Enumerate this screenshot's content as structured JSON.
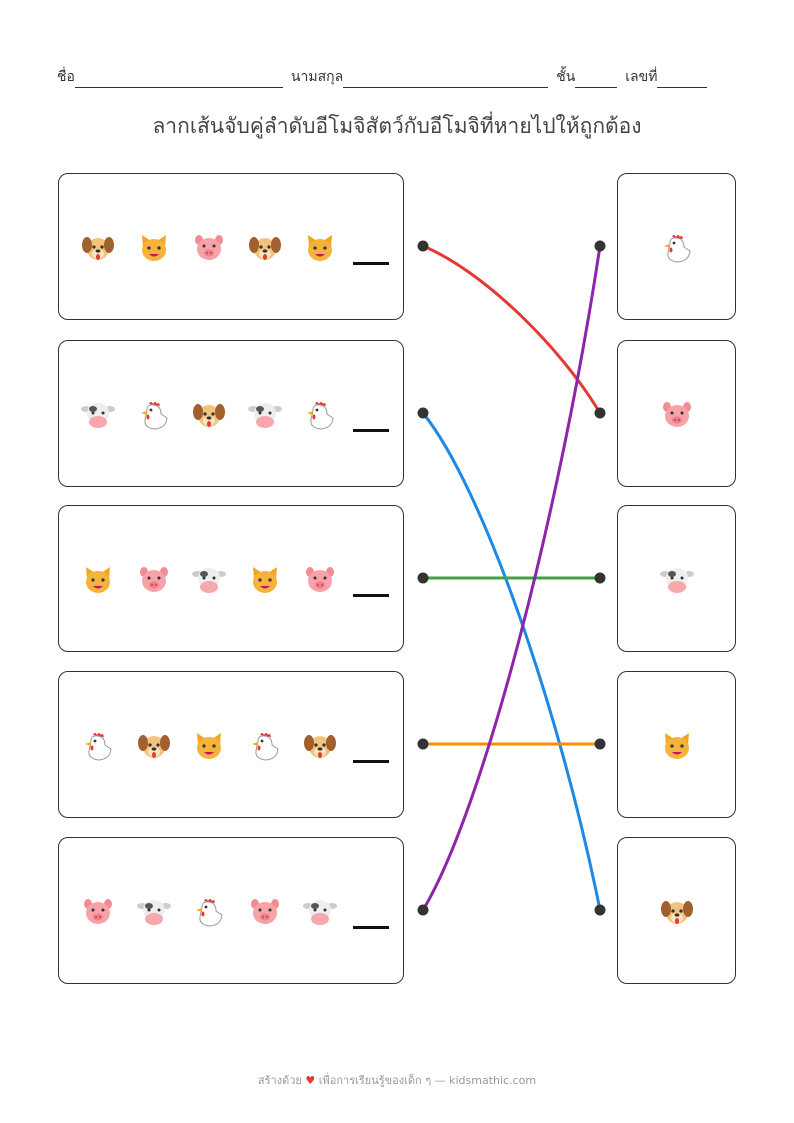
{
  "header": {
    "name_label": "ชื่อ",
    "surname_label": "นามสกุล",
    "class_label": "ชั้น",
    "number_label": "เลขที่"
  },
  "title": "ลากเส้นจับคู่ลำดับอีโมจิสัตว์กับอีโมจิที่หายไปให้ถูกต้อง",
  "rows": [
    {
      "sequence": [
        "dog",
        "cat",
        "pig",
        "dog",
        "cat"
      ]
    },
    {
      "sequence": [
        "cow",
        "chicken",
        "dog",
        "cow",
        "chicken"
      ]
    },
    {
      "sequence": [
        "cat",
        "pig",
        "cow",
        "cat",
        "pig"
      ]
    },
    {
      "sequence": [
        "chicken",
        "dog",
        "cat",
        "chicken",
        "dog"
      ]
    },
    {
      "sequence": [
        "pig",
        "cow",
        "chicken",
        "pig",
        "cow"
      ]
    }
  ],
  "answers": [
    "chicken",
    "pig",
    "cow",
    "cat",
    "dog"
  ],
  "connections": [
    {
      "from": 0,
      "to": 1,
      "color": "#e53935"
    },
    {
      "from": 1,
      "to": 4,
      "color": "#1e88e5"
    },
    {
      "from": 2,
      "to": 2,
      "color": "#43a047"
    },
    {
      "from": 3,
      "to": 3,
      "color": "#fb8c00"
    },
    {
      "from": 4,
      "to": 0,
      "color": "#8e24aa"
    }
  ],
  "footer": {
    "made_with": "สร้างด้วย",
    "heart": "♥",
    "rest": "เพื่อการเรียนรู้ของเด็ก ๆ — kidsmathic.com"
  }
}
